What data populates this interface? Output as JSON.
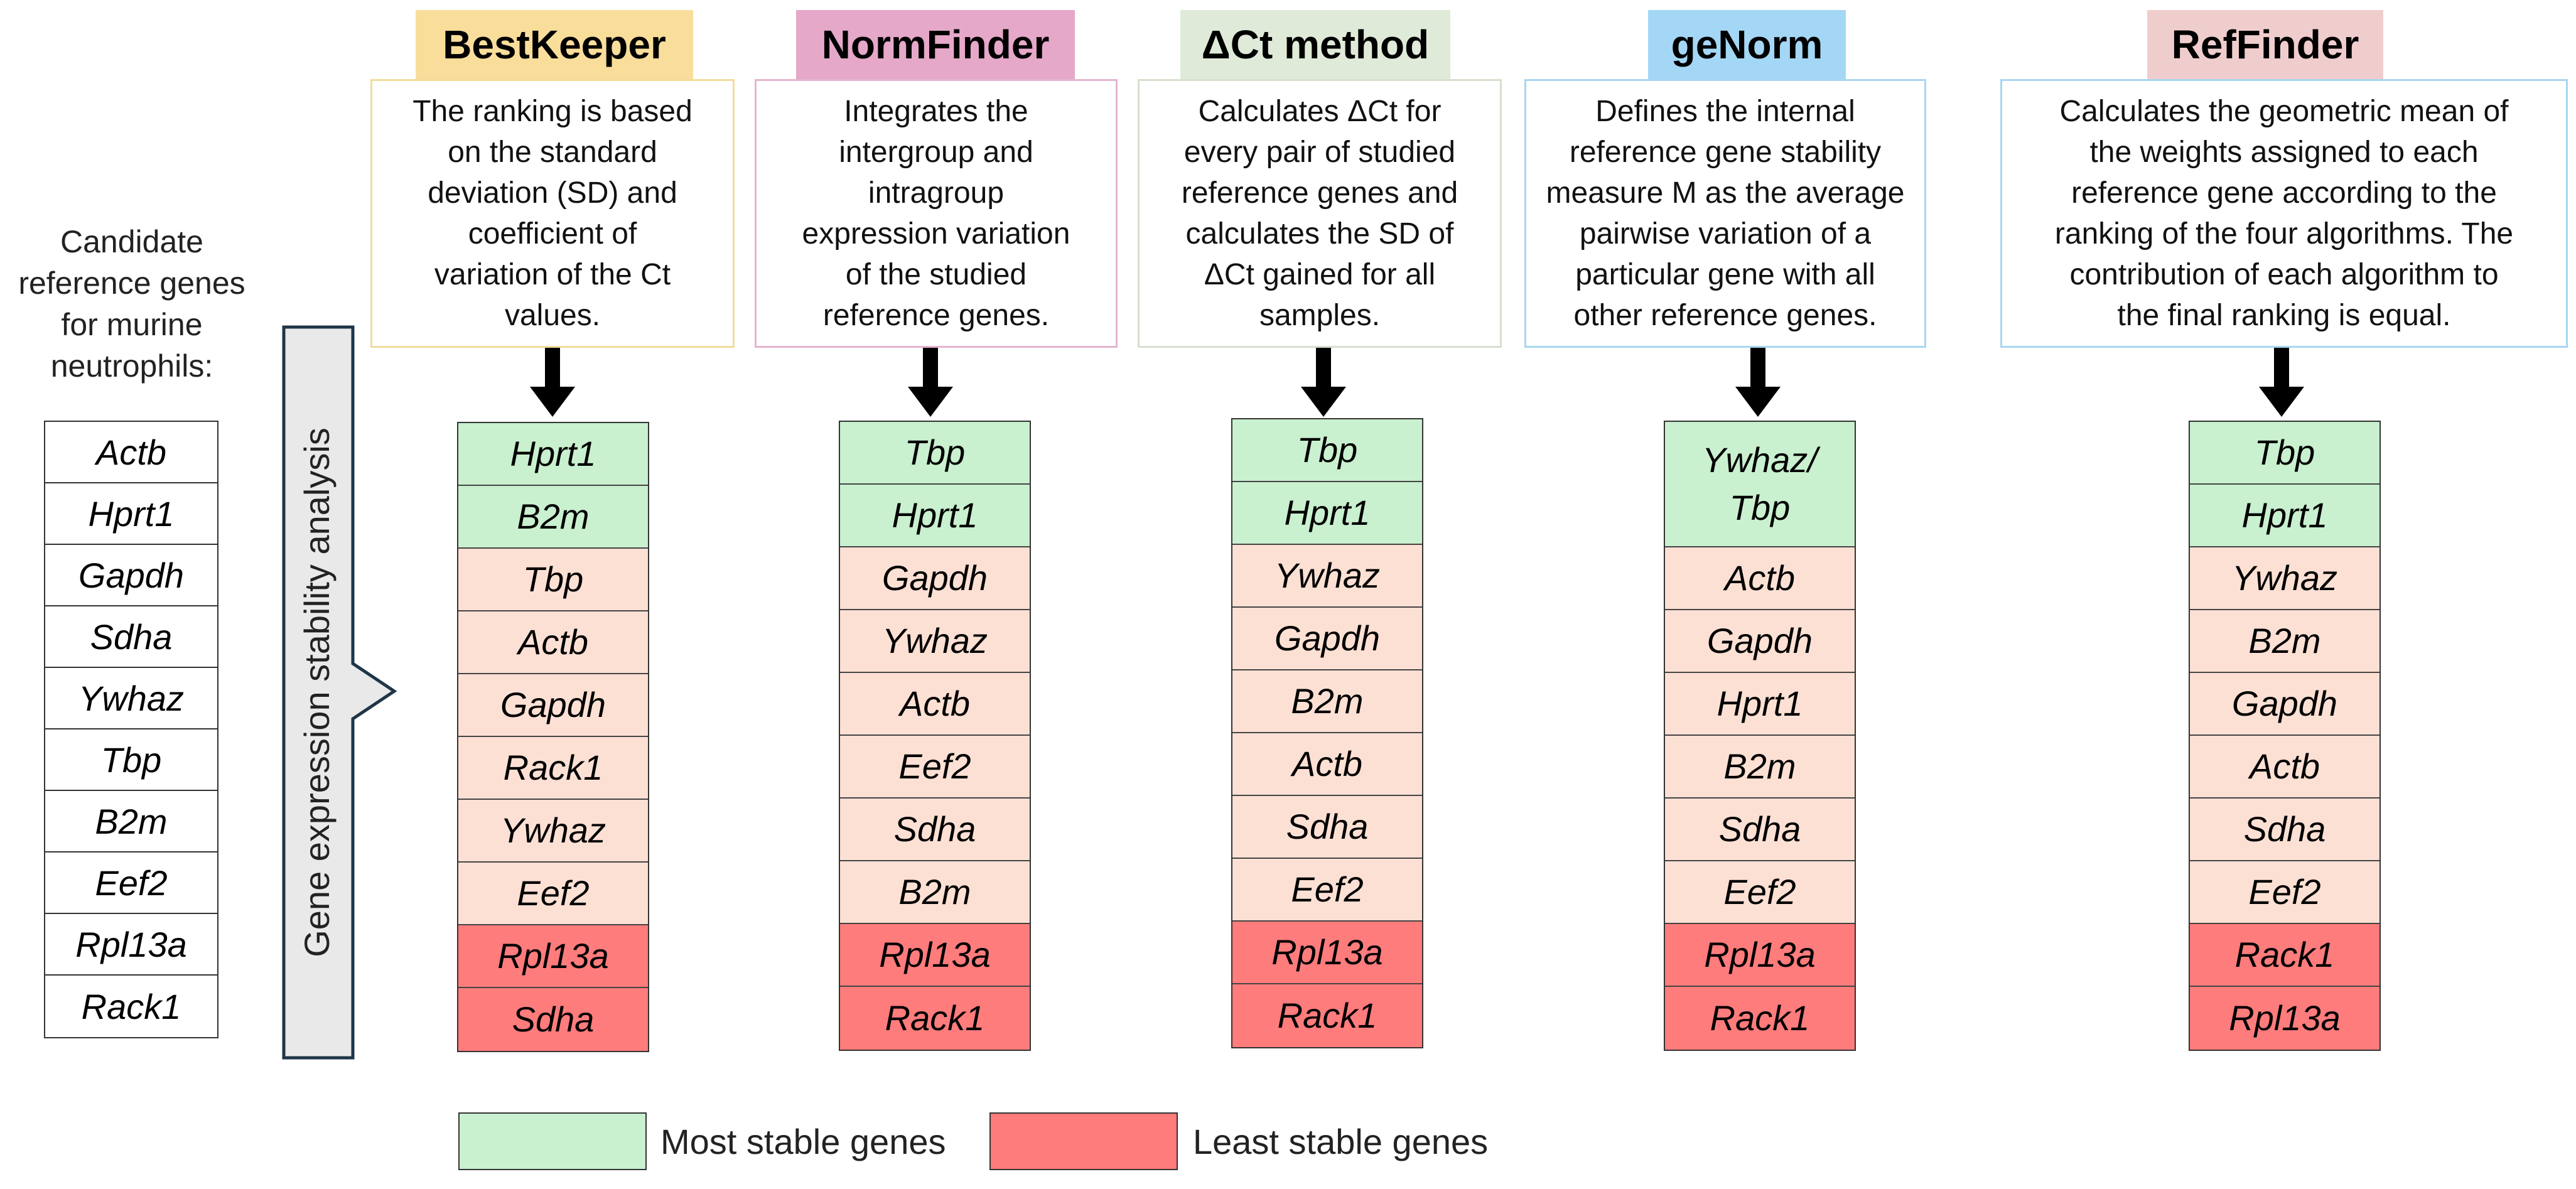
{
  "candidates": {
    "label_lines": [
      "Candidate",
      "reference genes",
      "for murine",
      "neutrophils:"
    ],
    "genes": [
      "Actb",
      "Hprt1",
      "Gapdh",
      "Sdha",
      "Ywhaz",
      "Tbp",
      "B2m",
      "Eef2",
      "Rpl13a",
      "Rack1"
    ]
  },
  "process_label": "Gene expression stability analysis",
  "colors": {
    "most_stable": "#c9f0cf",
    "intermediate": "#fde0d4",
    "least_stable": "#ff7c7c",
    "bestkeeper": "#f9dd9b",
    "normfinder": "#e5a8c9",
    "delta_ct": "#e0ead9",
    "genorm": "#a4d7f5",
    "reffinder": "#f0cdcd"
  },
  "algorithms": [
    {
      "title": "BestKeeper",
      "description_lines": [
        "The ranking is based",
        "on the standard",
        "deviation (SD) and",
        "coefficient of",
        "variation of the Ct",
        "values."
      ],
      "ranking": [
        {
          "gene": "Hprt1",
          "stability": "most"
        },
        {
          "gene": "B2m",
          "stability": "most"
        },
        {
          "gene": "Tbp",
          "stability": "mid"
        },
        {
          "gene": "Actb",
          "stability": "mid"
        },
        {
          "gene": "Gapdh",
          "stability": "mid"
        },
        {
          "gene": "Rack1",
          "stability": "mid"
        },
        {
          "gene": "Ywhaz",
          "stability": "mid"
        },
        {
          "gene": "Eef2",
          "stability": "mid"
        },
        {
          "gene": "Rpl13a",
          "stability": "least"
        },
        {
          "gene": "Sdha",
          "stability": "least"
        }
      ]
    },
    {
      "title": "NormFinder",
      "description_lines": [
        "Integrates the",
        "intergroup and",
        "intragroup",
        "expression variation",
        "of the studied",
        "reference genes."
      ],
      "ranking": [
        {
          "gene": "Tbp",
          "stability": "most"
        },
        {
          "gene": "Hprt1",
          "stability": "most"
        },
        {
          "gene": "Gapdh",
          "stability": "mid"
        },
        {
          "gene": "Ywhaz",
          "stability": "mid"
        },
        {
          "gene": "Actb",
          "stability": "mid"
        },
        {
          "gene": "Eef2",
          "stability": "mid"
        },
        {
          "gene": "Sdha",
          "stability": "mid"
        },
        {
          "gene": "B2m",
          "stability": "mid"
        },
        {
          "gene": "Rpl13a",
          "stability": "least"
        },
        {
          "gene": "Rack1",
          "stability": "least"
        }
      ]
    },
    {
      "title": "ΔCt method",
      "description_lines": [
        "Calculates ΔCt for",
        "every pair of studied",
        "reference genes and",
        "calculates the SD of",
        "ΔCt gained for all",
        "samples."
      ],
      "ranking": [
        {
          "gene": "Tbp",
          "stability": "most"
        },
        {
          "gene": "Hprt1",
          "stability": "most"
        },
        {
          "gene": "Ywhaz",
          "stability": "mid"
        },
        {
          "gene": "Gapdh",
          "stability": "mid"
        },
        {
          "gene": "B2m",
          "stability": "mid"
        },
        {
          "gene": "Actb",
          "stability": "mid"
        },
        {
          "gene": "Sdha",
          "stability": "mid"
        },
        {
          "gene": "Eef2",
          "stability": "mid"
        },
        {
          "gene": "Rpl13a",
          "stability": "least"
        },
        {
          "gene": "Rack1",
          "stability": "least"
        }
      ]
    },
    {
      "title": "geNorm",
      "description_lines": [
        "Defines the internal",
        "reference gene stability",
        "measure M as the average",
        "pairwise variation of a",
        "particular gene with all",
        "other reference genes."
      ],
      "ranking": [
        {
          "gene": "Ywhaz/ Tbp",
          "stability": "most",
          "double": true
        },
        {
          "gene": "Actb",
          "stability": "mid"
        },
        {
          "gene": "Gapdh",
          "stability": "mid"
        },
        {
          "gene": "Hprt1",
          "stability": "mid"
        },
        {
          "gene": "B2m",
          "stability": "mid"
        },
        {
          "gene": "Sdha",
          "stability": "mid"
        },
        {
          "gene": "Eef2",
          "stability": "mid"
        },
        {
          "gene": "Rpl13a",
          "stability": "least"
        },
        {
          "gene": "Rack1",
          "stability": "least"
        }
      ]
    },
    {
      "title": "RefFinder",
      "description_lines": [
        "Calculates the geometric mean of",
        "the weights assigned to each",
        "reference gene according to the",
        "ranking of the four algorithms. The",
        "contribution of each algorithm to",
        "the final ranking is equal."
      ],
      "ranking": [
        {
          "gene": "Tbp",
          "stability": "most"
        },
        {
          "gene": "Hprt1",
          "stability": "most"
        },
        {
          "gene": "Ywhaz",
          "stability": "mid"
        },
        {
          "gene": "B2m",
          "stability": "mid"
        },
        {
          "gene": "Gapdh",
          "stability": "mid"
        },
        {
          "gene": "Actb",
          "stability": "mid"
        },
        {
          "gene": "Sdha",
          "stability": "mid"
        },
        {
          "gene": "Eef2",
          "stability": "mid"
        },
        {
          "gene": "Rack1",
          "stability": "least"
        },
        {
          "gene": "Rpl13a",
          "stability": "least"
        }
      ]
    }
  ],
  "legend": {
    "most_stable_label": "Most stable genes",
    "least_stable_label": "Least stable genes"
  }
}
